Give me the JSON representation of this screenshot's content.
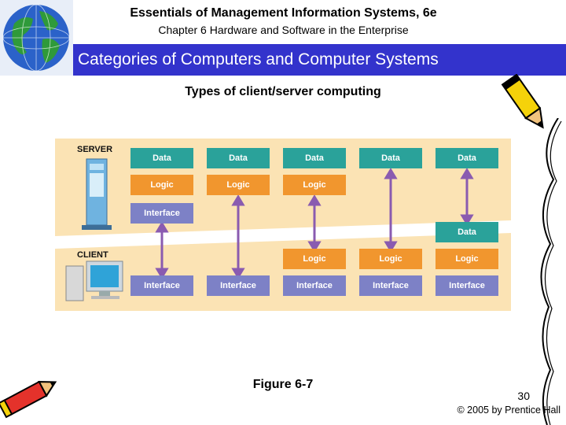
{
  "header": {
    "book_title": "Essentials of Management Information Systems, 6e",
    "chapter": "Chapter 6 Hardware and Software in the Enterprise",
    "slide_title": "Categories of Computers and Computer Systems"
  },
  "subtitle": "Types of client/server computing",
  "figure": {
    "server_label": "SERVER",
    "client_label": "CLIENT",
    "data": "Data",
    "logic": "Logic",
    "interface": "Interface",
    "colors": {
      "data": "#2aa29a",
      "logic": "#f1962e",
      "interface": "#7d81c6",
      "arrow": "#8a5bb0",
      "band": "#fbe3b4"
    }
  },
  "figure_label": "Figure 6-7",
  "footer": {
    "page_number": "30",
    "copyright": "© 2005 by Prentice Hall"
  }
}
